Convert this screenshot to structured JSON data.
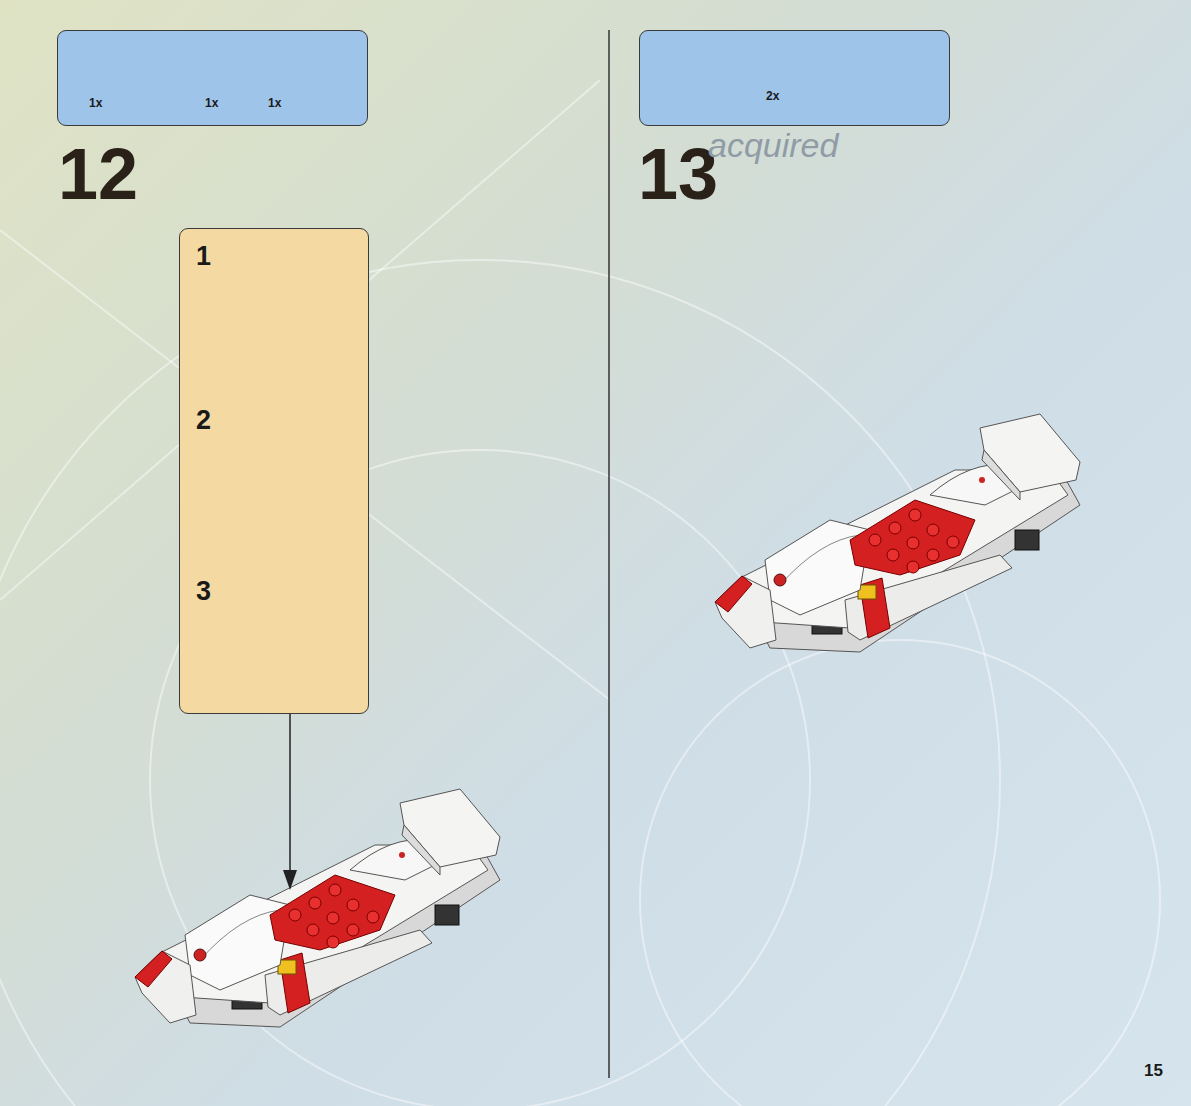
{
  "diagram": {
    "nodes": [
      {
        "text": [
          "1x",
          "1x",
          "1x"
        ]
      },
      {
        "text": [
          "1",
          "2",
          "3"
        ]
      },
      {
        "text": [
          "2x"
        ]
      }
    ],
    "labels": [
      "12",
      "13",
      "15",
      "acquired"
    ]
  }
}
